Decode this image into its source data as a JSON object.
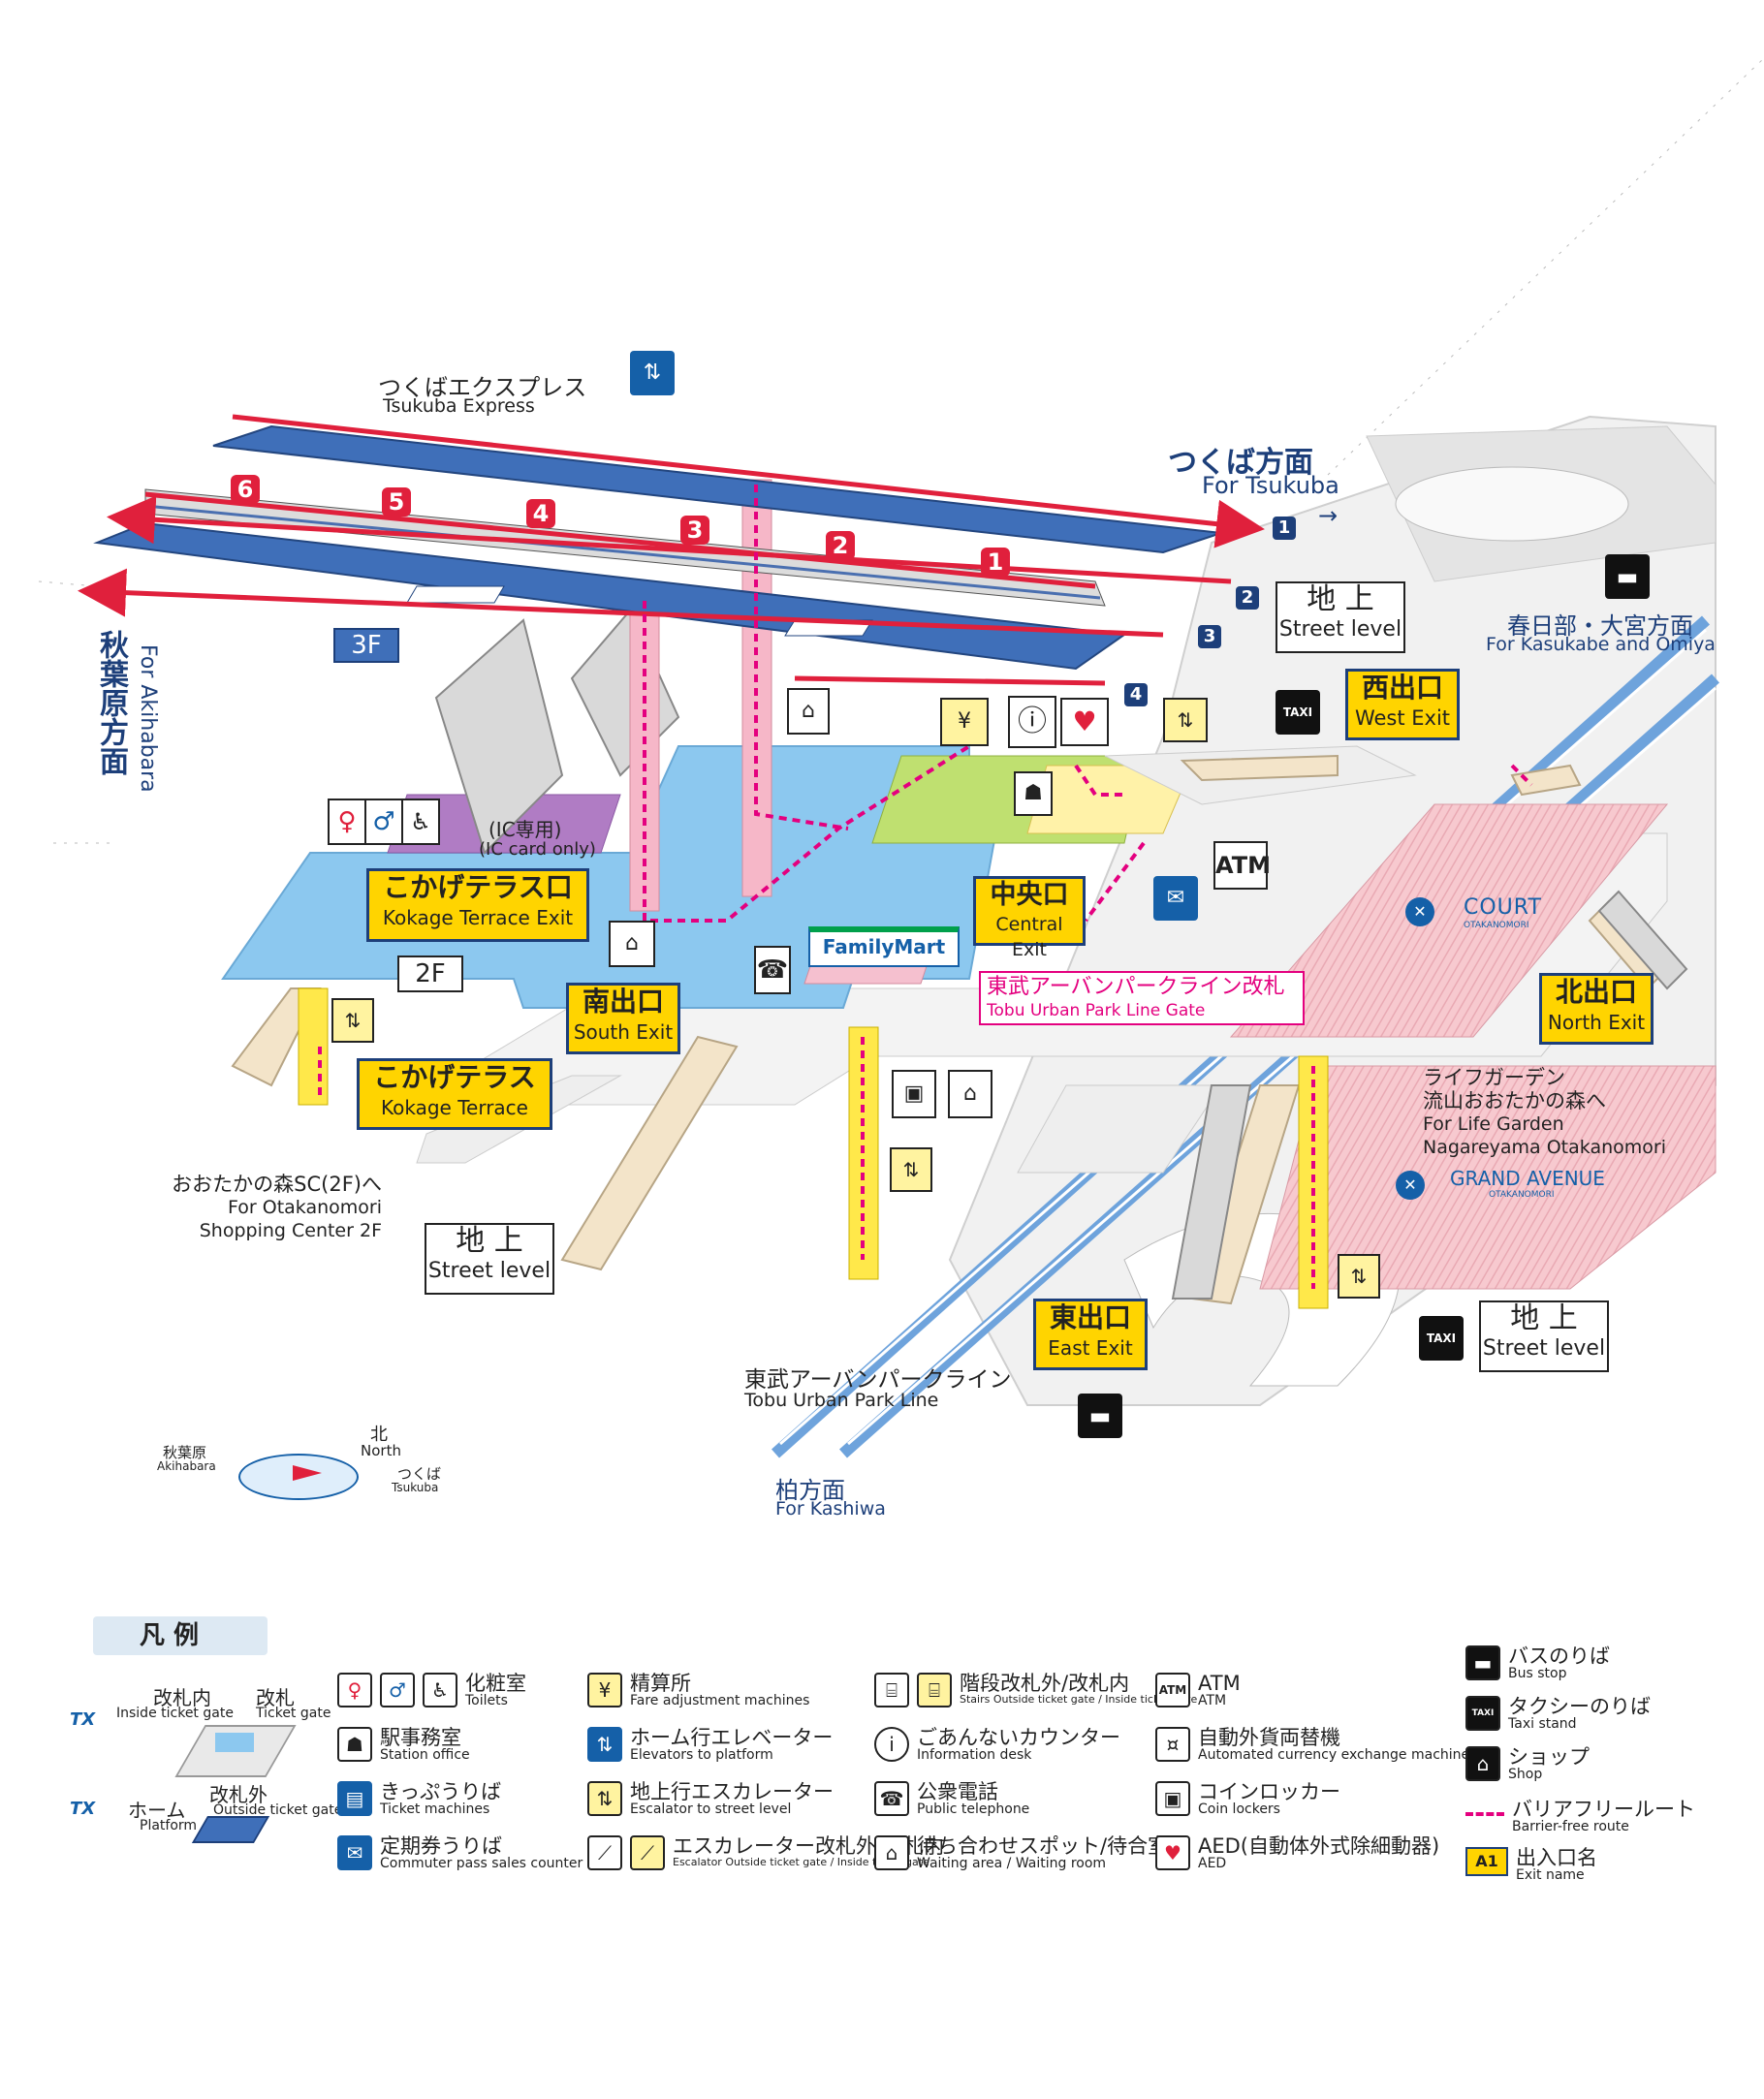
{
  "lines": {
    "tx_ja": "つくばエクスプレス",
    "tx_en": "Tsukuba Express",
    "tobu_ja": "東武アーバンパークライン",
    "tobu_en": "Tobu Urban Park Line"
  },
  "directions": {
    "tsukuba_ja": "つくば方面",
    "tsukuba_en": "For Tsukuba",
    "akihabara_ja": "秋葉原方面",
    "akihabara_en": "For Akihabara",
    "kasukabe_ja": "春日部・大宮方面",
    "kasukabe_en": "For Kasukabe and Omiya",
    "kashiwa_ja": "柏方面",
    "kashiwa_en": "For Kashiwa"
  },
  "floors": {
    "f3": "3F",
    "f2": "2F"
  },
  "track_numbers": [
    "1",
    "2",
    "3",
    "4"
  ],
  "car_numbers": [
    "6",
    "5",
    "4",
    "3",
    "2",
    "1"
  ],
  "exits": {
    "west": {
      "ja": "西出口",
      "en": "West Exit"
    },
    "central": {
      "ja": "中央口",
      "en": "Central Exit"
    },
    "south": {
      "ja": "南出口",
      "en": "South Exit"
    },
    "north": {
      "ja": "北出口",
      "en": "North Exit"
    },
    "east": {
      "ja": "東出口",
      "en": "East Exit"
    },
    "kokage_exit": {
      "ja": "こかげテラス口",
      "en": "Kokage Terrace Exit"
    },
    "kokage_terrace": {
      "ja": "こかげテラス",
      "en": "Kokage Terrace"
    }
  },
  "street_level": {
    "ja": "地 上",
    "en": "Street level"
  },
  "labels": {
    "ic_only_ja": "(IC専用)",
    "ic_only_en": "(IC card only)",
    "atm": "ATM",
    "familymart": "FamilyMart",
    "tobu_gate_ja": "東武アーバンパークライン改札",
    "tobu_gate_en": "Tobu Urban Park Line Gate",
    "taxi": "TAXI",
    "court": "COURT",
    "court_sub": "OTAKANOMORI",
    "grand_avenue": "GRAND AVENUE",
    "grand_avenue_sub": "OTAKANOMORI",
    "lifegarden_ja1": "ライフガーデン",
    "lifegarden_ja2": "流山おおたかの森へ",
    "lifegarden_en1": "For Life Garden",
    "lifegarden_en2": "Nagareyama Otakanomori",
    "sc_ja": "おおたかの森SC(2F)へ",
    "sc_en1": "For Otakanomori",
    "sc_en2": "Shopping Center 2F"
  },
  "compass": {
    "north_ja": "北",
    "north_en": "North",
    "akihabara_ja": "秋葉原",
    "akihabara_en": "Akihabara",
    "tsukuba_ja": "つくば",
    "tsukuba_en": "Tsukuba"
  },
  "legend": {
    "title": "凡 例",
    "inside_gate_ja": "改札内",
    "inside_gate_en": "Inside ticket gate",
    "gate_ja": "改札",
    "gate_en": "Ticket gate",
    "outside_gate_ja": "改札外",
    "outside_gate_en": "Outside ticket gate",
    "platform_ja": "ホーム",
    "platform_en": "Platform",
    "tx_mark": "TX",
    "items": [
      {
        "icon": "toilet-icon",
        "ja": "化粧室",
        "en": "Toilets"
      },
      {
        "icon": "station-office-icon",
        "ja": "駅事務室",
        "en": "Station office"
      },
      {
        "icon": "ticket-machine-icon",
        "ja": "きっぷうりば",
        "en": "Ticket machines"
      },
      {
        "icon": "commuter-pass-icon",
        "ja": "定期券うりば",
        "en": "Commuter pass sales counter"
      },
      {
        "icon": "fare-adjustment-icon",
        "ja": "精算所",
        "en": "Fare adjustment machines"
      },
      {
        "icon": "elevator-platform-icon",
        "ja": "ホーム行エレベーター",
        "en": "Elevators to platform"
      },
      {
        "icon": "elevator-street-icon",
        "ja": "地上行エスカレーター",
        "en": "Escalator to street level"
      },
      {
        "icon": "escalator-icon",
        "ja": "エスカレーター改札外/改札内",
        "en": "Escalator Outside ticket gate / Inside ticket gate"
      },
      {
        "icon": "stairs-icon",
        "ja": "階段改札外/改札内",
        "en": "Stairs Outside ticket gate / Inside ticket gate"
      },
      {
        "icon": "info-icon",
        "ja": "ごあんないカウンター",
        "en": "Information desk"
      },
      {
        "icon": "phone-icon",
        "ja": "公衆電話",
        "en": "Public telephone"
      },
      {
        "icon": "waiting-icon",
        "ja": "待ち合わせスポット/待合室",
        "en": "Waiting area / Waiting room"
      },
      {
        "icon": "atm-icon",
        "ja": "ATM",
        "en": "ATM"
      },
      {
        "icon": "currency-exchange-icon",
        "ja": "自動外貨両替機",
        "en": "Automated currency exchange machine"
      },
      {
        "icon": "coin-locker-icon",
        "ja": "コインロッカー",
        "en": "Coin lockers"
      },
      {
        "icon": "aed-icon",
        "ja": "AED(自動体外式除細動器)",
        "en": "AED"
      },
      {
        "icon": "bus-icon",
        "ja": "バスのりば",
        "en": "Bus stop"
      },
      {
        "icon": "taxi-icon",
        "ja": "タクシーのりば",
        "en": "Taxi stand"
      },
      {
        "icon": "shop-icon",
        "ja": "ショップ",
        "en": "Shop"
      },
      {
        "icon": "barrier-free-route-icon",
        "ja": "バリアフリールート",
        "en": "Barrier-free route"
      },
      {
        "icon": "exit-name-icon",
        "ja": "出入口名",
        "en": "Exit name"
      }
    ],
    "exit_badge": "A1",
    "atm_badge": "ATM",
    "taxi_badge": "TAXI"
  },
  "colors": {
    "platform_blue": "#3f6fb9",
    "concourse_blue": "#8cc8ef",
    "tx_red": "#e0203c",
    "exit_yellow": "#ffd400",
    "exit_navy": "#1d3f7a",
    "barrier_free_magenta": "#e4007f",
    "pink_area": "#f7c9cf",
    "tobu_blue": "#6ea3dc",
    "gate_green": "#bfe070"
  }
}
